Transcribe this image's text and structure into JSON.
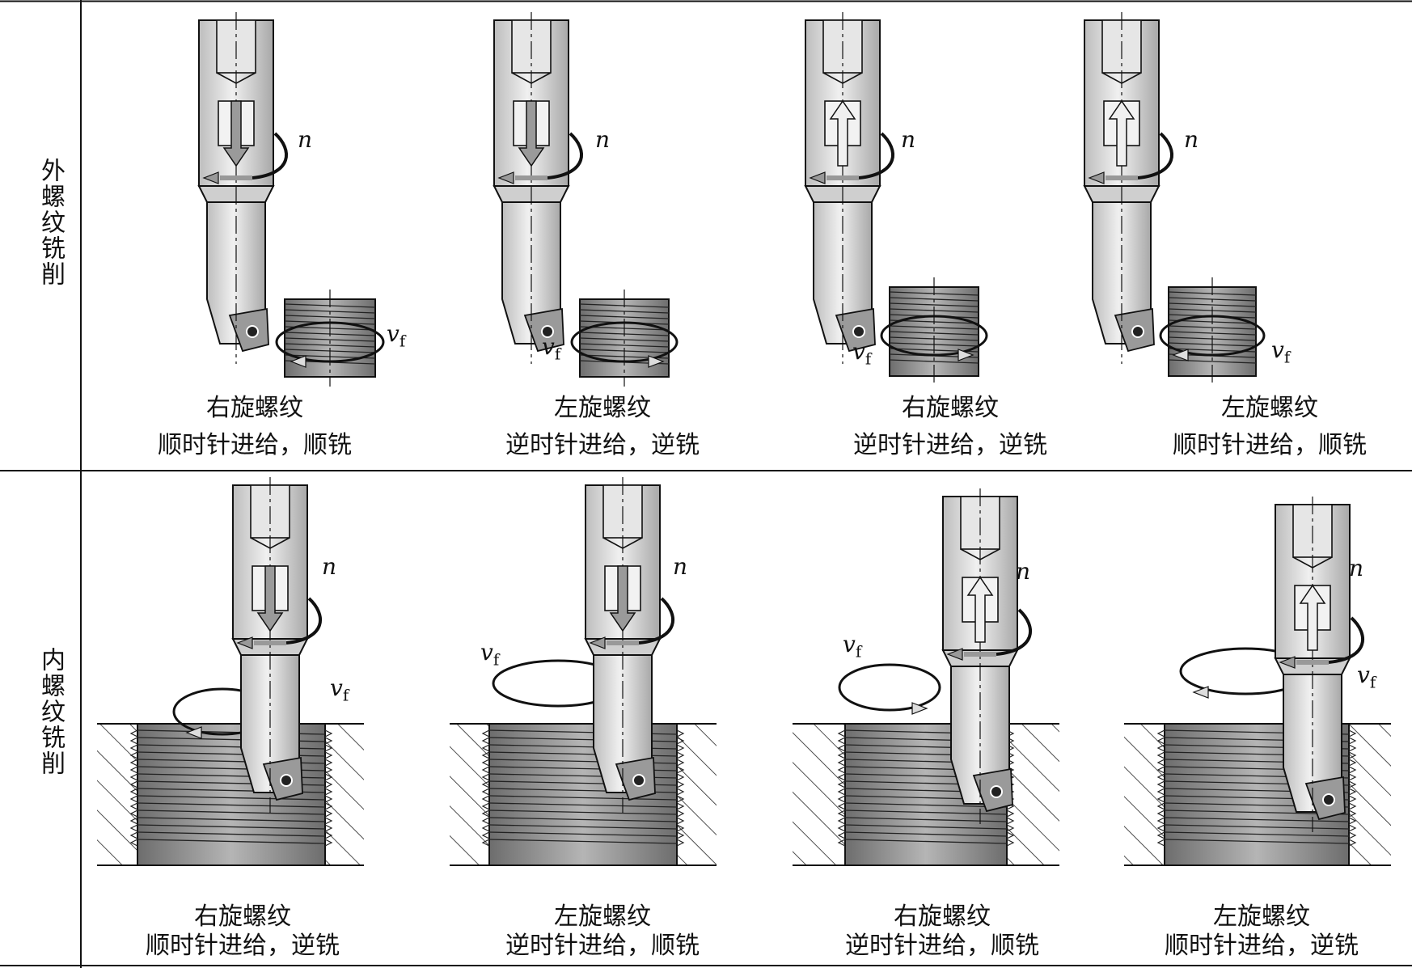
{
  "symbols": {
    "n": "n",
    "vf": "v",
    "vf_sub": "f"
  },
  "rows": [
    {
      "label": "外螺纹铣削",
      "kind": "external",
      "cells": [
        {
          "line1": "右旋螺纹",
          "line2": "顺时针进给，顺铣",
          "spindle_arrow": "down",
          "feed_dir": "left"
        },
        {
          "line1": "左旋螺纹",
          "line2": "逆时针进给，逆铣",
          "spindle_arrow": "down",
          "feed_dir": "right"
        },
        {
          "line1": "右旋螺纹",
          "line2": "逆时针进给，逆铣",
          "spindle_arrow": "up",
          "feed_dir": "right"
        },
        {
          "line1": "左旋螺纹",
          "line2": "顺时针进给，顺铣",
          "spindle_arrow": "up",
          "feed_dir": "left"
        }
      ]
    },
    {
      "label": "内螺纹铣削",
      "kind": "internal",
      "cells": [
        {
          "line1": "右旋螺纹",
          "line2": "顺时针进给，逆铣",
          "spindle_arrow": "down",
          "feed_dir": "left"
        },
        {
          "line1": "左旋螺纹",
          "line2": "逆时针进给，顺铣",
          "spindle_arrow": "down",
          "feed_dir": "right"
        },
        {
          "line1": "右旋螺纹",
          "line2": "逆时针进给，顺铣",
          "spindle_arrow": "up",
          "feed_dir": "right"
        },
        {
          "line1": "左旋螺纹",
          "line2": "顺时针进给，逆铣",
          "spindle_arrow": "up",
          "feed_dir": "left"
        }
      ]
    }
  ],
  "colors": {
    "tool": "#d9d9d9",
    "thread": "#8a8a8a",
    "line": "#111111"
  }
}
